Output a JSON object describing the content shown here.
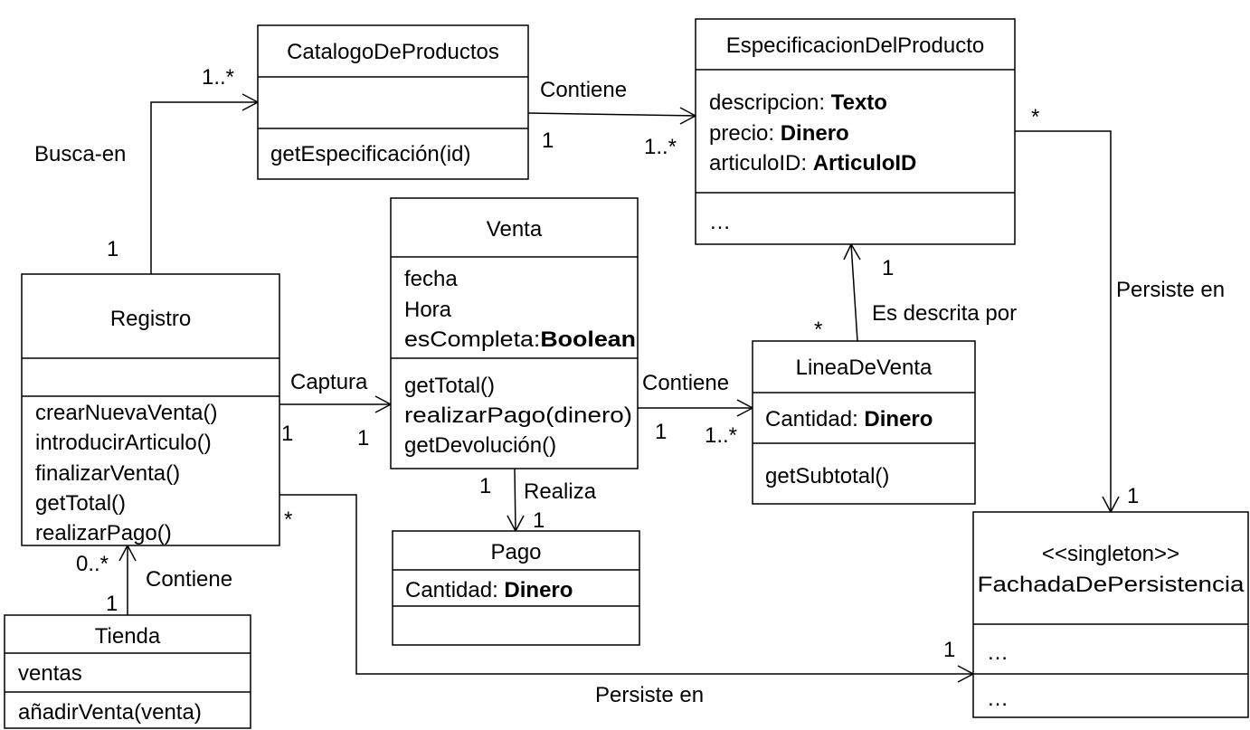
{
  "classes": {
    "catalogo": {
      "name": "CatalogoDeProductos",
      "methods": [
        "getEspecificación(id)"
      ]
    },
    "especificacion": {
      "name": "EspecificacionDelProducto",
      "attrs": [
        {
          "label": "descripcion: ",
          "type": "Texto"
        },
        {
          "label": "precio: ",
          "type": "Dinero"
        },
        {
          "label": "articuloID: ",
          "type": "ArticuloID"
        }
      ],
      "methods": [
        "…"
      ]
    },
    "venta": {
      "name": "Venta",
      "attrs": [
        {
          "label": "fecha",
          "type": ""
        },
        {
          "label": "Hora",
          "type": ""
        },
        {
          "label": "esCompleta:",
          "type": "Boolean"
        }
      ],
      "methods": [
        "getTotal()",
        "realizarPago(dinero)",
        "getDevolución()"
      ]
    },
    "registro": {
      "name": "Registro",
      "methods": [
        "crearNuevaVenta()",
        "introducirArticulo()",
        "finalizarVenta()",
        "getTotal()",
        "realizarPago()"
      ]
    },
    "lineaDeVenta": {
      "name": "LineaDeVenta",
      "attrs": [
        {
          "label": "Cantidad: ",
          "type": "Dinero"
        }
      ],
      "methods": [
        "getSubtotal()"
      ]
    },
    "pago": {
      "name": "Pago",
      "attrs": [
        {
          "label": "Cantidad: ",
          "type": "Dinero"
        }
      ]
    },
    "tienda": {
      "name": "Tienda",
      "attrs": [
        {
          "label": "ventas",
          "type": ""
        }
      ],
      "methods": [
        "añadirVenta(venta)"
      ]
    },
    "fachada": {
      "stereotype": "<<singleton>>",
      "name": "FachadaDePersistencia",
      "attrs": [
        {
          "label": "…",
          "type": ""
        }
      ],
      "methods": [
        "…"
      ]
    }
  },
  "associations": {
    "buscaEn": {
      "label": "Busca-en",
      "src_mult": "1",
      "dst_mult": "1..*"
    },
    "contieneCatalogo": {
      "label": "Contiene",
      "src_mult": "1",
      "dst_mult": "1..*"
    },
    "persisteEspec": {
      "label": "Persiste en",
      "src_mult": "*",
      "dst_mult": "1"
    },
    "captura": {
      "label": "Captura",
      "src_mult": "1",
      "dst_mult": "1"
    },
    "contieneVenta": {
      "label": "Contiene",
      "src_mult": "1",
      "dst_mult": "1..*"
    },
    "esDescrita": {
      "label": "Es descrita por",
      "src_mult": "*",
      "dst_mult": "1"
    },
    "realiza": {
      "label": "Realiza",
      "src_mult": "1",
      "dst_mult": "1"
    },
    "contieneTienda": {
      "label": "Contiene",
      "src_mult": "1",
      "dst_mult": "0..*"
    },
    "persisteRegistro": {
      "label": "Persiste en",
      "src_mult": "*",
      "dst_mult": "1"
    }
  }
}
